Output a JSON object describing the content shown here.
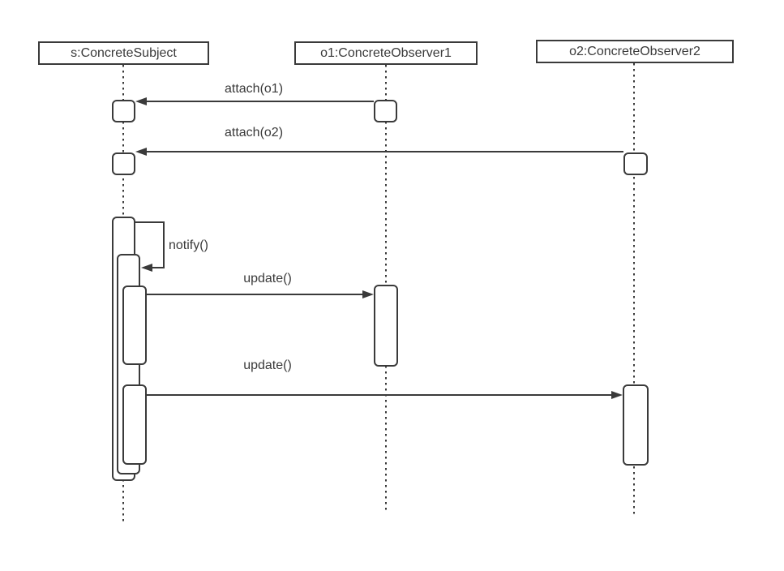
{
  "diagram": {
    "type": "uml-sequence",
    "colors": {
      "line": "#3A3A3A",
      "background": "#FFFFFF"
    },
    "lifelines": [
      {
        "id": "s",
        "label": "s:ConcreteSubject"
      },
      {
        "id": "o1",
        "label": "o1:ConcreteObserver1"
      },
      {
        "id": "o2",
        "label": "o2:ConcreteObserver2"
      }
    ],
    "messages": [
      {
        "label": "attach(o1)",
        "from": "o1",
        "to": "s",
        "kind": "call"
      },
      {
        "label": "attach(o2)",
        "from": "o2",
        "to": "s",
        "kind": "call"
      },
      {
        "label": "notify()",
        "from": "s",
        "to": "s",
        "kind": "self-call"
      },
      {
        "label": "update()",
        "from": "s",
        "to": "o1",
        "kind": "call"
      },
      {
        "label": "update()",
        "from": "s",
        "to": "o2",
        "kind": "call"
      }
    ]
  }
}
